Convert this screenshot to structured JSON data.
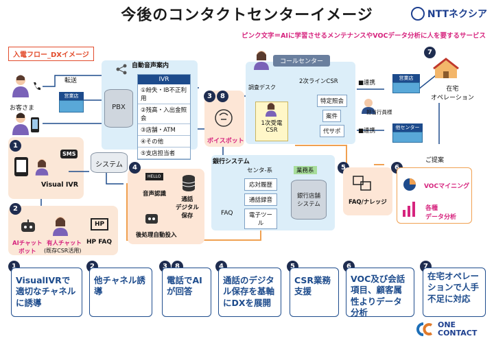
{
  "header": {
    "title": "今後のコンタクトセンターイメージ",
    "brand": "NTTネクシア",
    "note": "ピンク文字＝AIに学習させるメンテナンスやVOCデータ分析に人を要するサービス"
  },
  "flow_tag": "入電フロー_DXイメージ",
  "left": {
    "customer": "お客さま",
    "forward": "転送",
    "branch": "営業店",
    "sms": "SMS",
    "visual_ivr": "Visual IVR",
    "system": "システム",
    "ai_chatbot": "AIチャット\nボット",
    "manned_chat": "有人チャット",
    "manned_chat_sub": "(既存CSR活用)",
    "hp_faq": "HP FAQ",
    "hp": "HP"
  },
  "ivr": {
    "section": "自動音声案内",
    "pbx": "PBX",
    "head": "IVR",
    "items": [
      "①紛失・IB不正利用",
      "②残高・入出金照会",
      "③店舗・ATM",
      "④その他",
      "⑤支店担当者"
    ]
  },
  "voicebot": "ボイスボット",
  "center": {
    "call_center": "コールセンター",
    "survey_desk": "調査デスク",
    "second_csr": "2次ラインCSR",
    "first_csr": "1次受電\nCSR",
    "items": [
      "特定照会",
      "案件",
      "代サポ"
    ],
    "link1": "■連携",
    "link2": "■連携",
    "branch": "営業店",
    "other_center": "他センター",
    "rep": "担当行員様",
    "remote": "在宅\nオペレーション",
    "proposal": "ご提案"
  },
  "bank": {
    "title": "銀行システム",
    "center_sys": "センタ-系",
    "ops_sys": "業務系",
    "items": [
      "応対履歴",
      "通話録音",
      "電子ツール"
    ],
    "bank_system": "銀行店舗\nシステム",
    "faq": "FAQ"
  },
  "voice": {
    "recognition": "音声認識",
    "digital": "通話\nデジタル\n保存",
    "auto_input": "後処理自動投入",
    "hello": "HELLO"
  },
  "faq_knowledge": "FAQ/ナレッジ",
  "voc": {
    "mining": "VOCマイニング",
    "analysis": "各種\nデータ分析"
  },
  "badges": [
    "1",
    "2",
    "3",
    "8",
    "4",
    "5",
    "6",
    "7"
  ],
  "panels": [
    {
      "nums": "1",
      "text": "VisualIVRで適切なチャネルに誘導"
    },
    {
      "nums": "2",
      "text": "他チャネル誘導"
    },
    {
      "nums": "3 8",
      "text": "電話でAIが回答"
    },
    {
      "nums": "4",
      "text": "通話のデジタル保存を基軸にDXを展開"
    },
    {
      "nums": "5",
      "text": "CSR業務支援"
    },
    {
      "nums": "6",
      "text": "VOC及び会話項目、顧客属性よりデータ分析"
    },
    {
      "nums": "7",
      "text": "在宅オペレーションで人手不足に対応"
    }
  ],
  "footer_logo": [
    "ONE",
    "CONTACT"
  ]
}
